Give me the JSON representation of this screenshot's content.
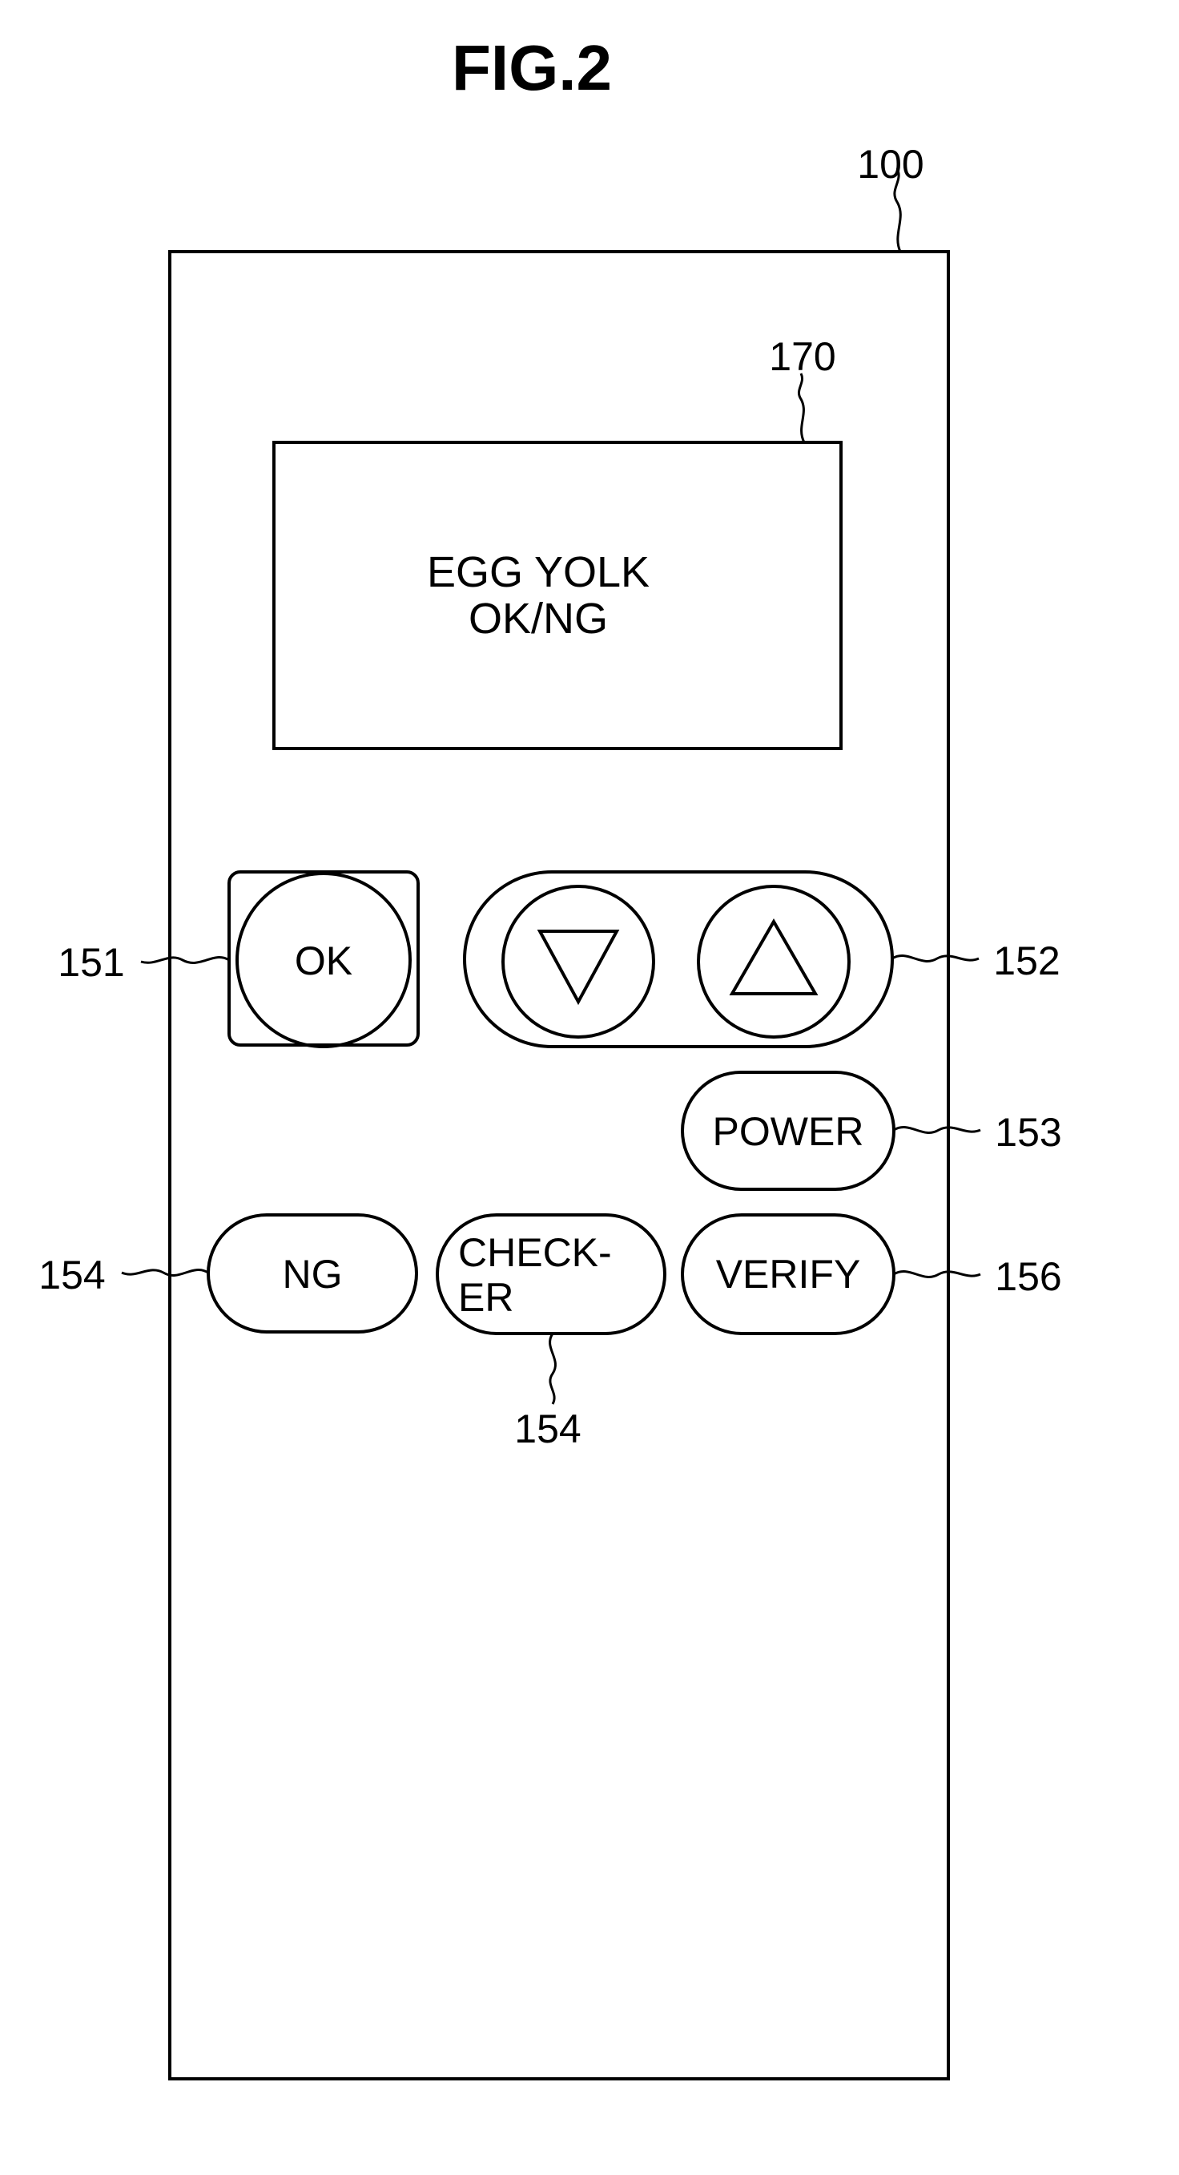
{
  "figure": {
    "title": "FIG.2"
  },
  "device": {
    "ref": "100",
    "display": {
      "ref": "170",
      "line1": "EGG YOLK",
      "line2": "OK/NG"
    },
    "buttons": {
      "ok": {
        "label": "OK",
        "ref": "151"
      },
      "arrows": {
        "ref": "152"
      },
      "power": {
        "label": "POWER",
        "ref": "153"
      },
      "ng": {
        "label": "NG",
        "ref": "154"
      },
      "checker": {
        "line1": "CHECK-",
        "line2": "ER",
        "ref": "154"
      },
      "verify": {
        "label": "VERIFY",
        "ref": "156"
      }
    }
  }
}
